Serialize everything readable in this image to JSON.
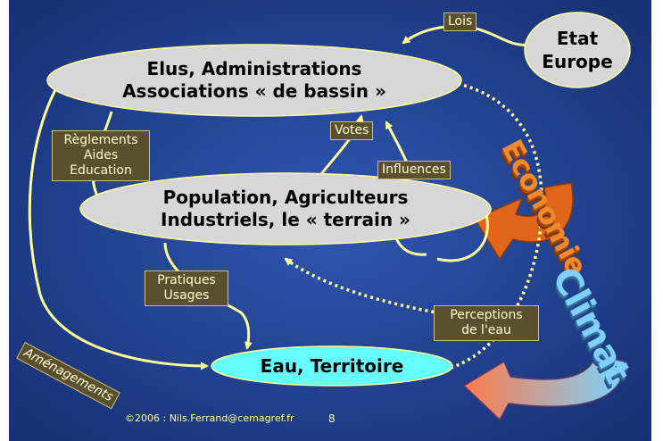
{
  "nodes": {
    "elus": [
      "Elus, Administrations",
      "Associations « de bassin »"
    ],
    "population": [
      "Population, Agriculteurs",
      "Industriels, le « terrain »"
    ],
    "eau": "Eau, Territoire",
    "etat": [
      "Etat",
      "Europe"
    ]
  },
  "labels": {
    "lois": "Lois",
    "votes": "Votes",
    "influences": "Influences",
    "reglements": [
      "Règlements",
      "Aides",
      "Education"
    ],
    "pratiques": [
      "Pratiques",
      "Usages"
    ],
    "perceptions": [
      "Perceptions",
      "de l'eau"
    ],
    "amenagements": "Aménagements"
  },
  "forces": {
    "economie": "Economie",
    "climat": "Climat"
  },
  "footer": {
    "credit": "©2006 : Nils.Ferrand@cemagref.fr",
    "page": "8"
  },
  "colors": {
    "background": "#1f3f8f",
    "node_fill": "#d7d7d7",
    "eau_fill": "#66ffff",
    "arrow": "#ffff99",
    "tag_fill": "#5a5030",
    "economie": "#ff9933",
    "climat": "#66c8ff"
  }
}
